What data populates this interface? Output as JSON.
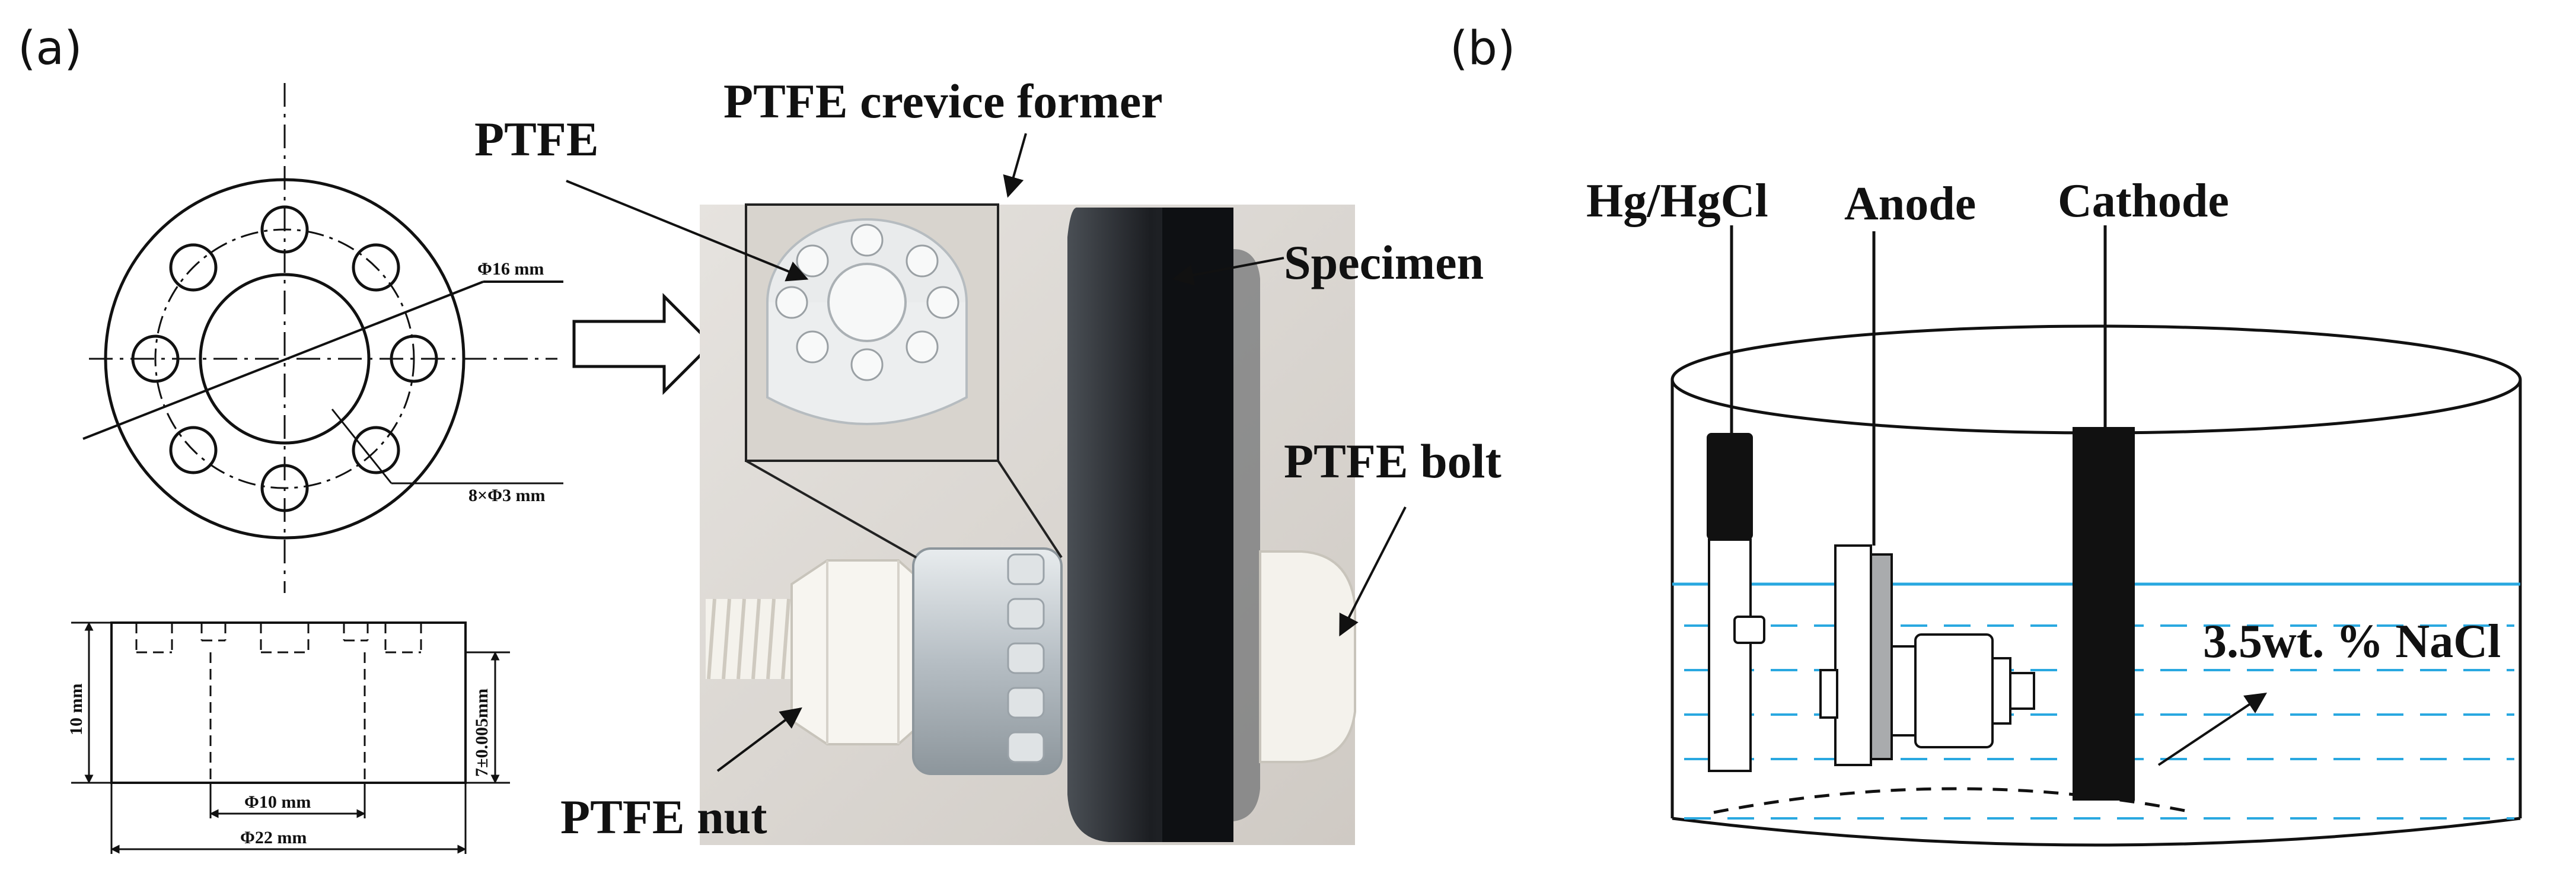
{
  "panels": {
    "a_label": "(a)",
    "b_label": "(b)"
  },
  "drawing": {
    "dim_phi16": "Φ16 mm",
    "dim_8x3": "8×Φ3 mm",
    "dim_10": "10 mm",
    "dim_7": "7±0.005mm",
    "dim_phi10": "Φ10 mm",
    "dim_phi22": "Φ22 mm"
  },
  "photo": {
    "label_ptfe": "PTFE",
    "label_crevice": "PTFE crevice former",
    "label_specimen": "Specimen",
    "label_bolt": "PTFE bolt",
    "label_nut": "PTFE nut"
  },
  "cell": {
    "label_ref": "Hg/HgCl",
    "label_anode": "Anode",
    "label_cathode": "Cathode",
    "label_solution": "3.5wt. % NaCl"
  },
  "colors": {
    "solution_line": "#29a8e0",
    "electrode": "#111111",
    "photo_bg": "#ddd9d3"
  }
}
